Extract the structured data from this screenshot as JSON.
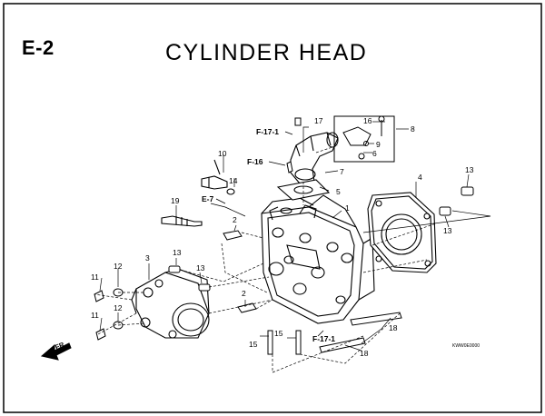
{
  "header": {
    "section_code": "E-2",
    "title": "CYLINDER HEAD"
  },
  "colors": {
    "ink": "#000000",
    "paper": "#ffffff",
    "border": "#000000"
  },
  "callouts": {
    "c1": "1",
    "c2a": "2",
    "c2b": "2",
    "c3": "3",
    "c4": "4",
    "c5": "5",
    "c6": "6",
    "c7": "7",
    "c8": "8",
    "c9": "9",
    "c10": "10",
    "c11a": "11",
    "c11b": "11",
    "c12a": "12",
    "c12b": "12",
    "c13a": "13",
    "c13b": "13",
    "c13c": "13",
    "c13d": "13",
    "c14": "14",
    "c15a": "15",
    "c15b": "15",
    "c16": "16",
    "c17": "17",
    "c18a": "18",
    "c18b": "18",
    "c19": "19"
  },
  "references": {
    "f171_top": "F-17-1",
    "f16": "F-16",
    "e7": "E-7",
    "f171_bottom": "F-17-1"
  },
  "direction_label": "FR.",
  "diagram_code": "KWW0E0000"
}
